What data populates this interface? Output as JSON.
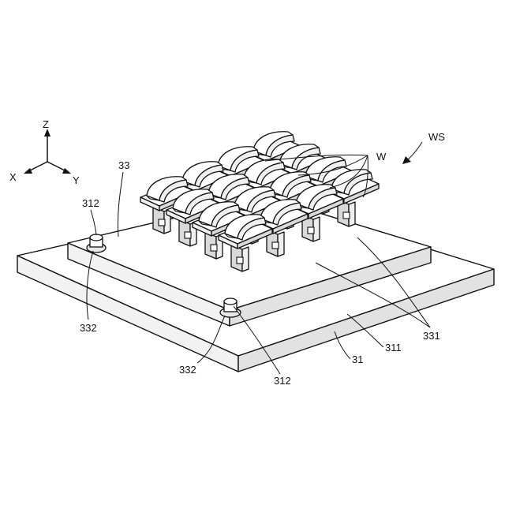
{
  "axes": {
    "z": "Z",
    "x": "X",
    "y": "Y"
  },
  "labels": {
    "ws": "WS",
    "w": "W",
    "fixture_top": "33",
    "pin_back": "312",
    "pin_front": "312",
    "hole_back": "332",
    "hole_front": "332",
    "base_side": "311",
    "base": "31",
    "holders": "331"
  },
  "colors": {
    "line": "#111111",
    "face_light": "#ffffff",
    "face_mid": "#efefef",
    "face_dark": "#d9d9d9"
  }
}
